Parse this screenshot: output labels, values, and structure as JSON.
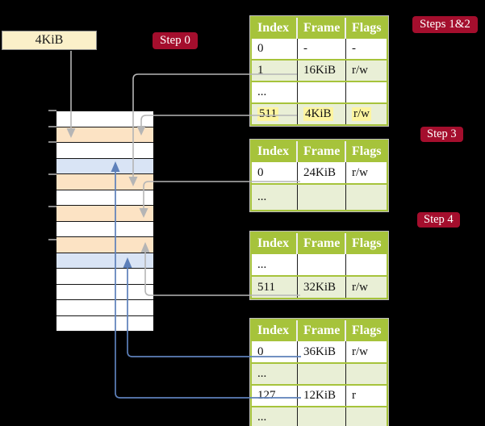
{
  "colors": {
    "background": "#000000",
    "badge_red": "#a40e2d",
    "table_header_green": "#a6c33b",
    "table_row_green": "#e9efd6",
    "memory_pagetable_peach": "#fce3c4",
    "memory_datapage_blue": "#d9e4f5",
    "highlight_yellow": "#fdf5a0",
    "frame_box_cream": "#fbf0c9",
    "arrow_gray": "#b5b5b5",
    "arrow_blue": "#5d80ba"
  },
  "frame_box": {
    "label": "4KiB"
  },
  "badges": {
    "step0": "Step 0",
    "steps12": "Steps 1&2",
    "step3": "Step 3",
    "step4": "Step 4"
  },
  "memory": {
    "rows": [
      "free",
      "table",
      "free",
      "data",
      "table",
      "free",
      "table",
      "free",
      "table",
      "data",
      "free",
      "free",
      "free",
      "free"
    ]
  },
  "tables": [
    {
      "name": "page-table-steps-1-2",
      "headers": [
        "Index",
        "Frame",
        "Flags"
      ],
      "rows": [
        {
          "cells": [
            "0",
            "-",
            "-"
          ]
        },
        {
          "cells": [
            "1",
            "16KiB",
            "r/w"
          ]
        },
        {
          "cells": [
            "...",
            "",
            ""
          ]
        },
        {
          "cells": [
            "511",
            "4KiB",
            "r/w"
          ]
        }
      ]
    },
    {
      "name": "page-table-step-3",
      "headers": [
        "Index",
        "Frame",
        "Flags"
      ],
      "rows": [
        {
          "cells": [
            "0",
            "24KiB",
            "r/w"
          ]
        },
        {
          "cells": [
            "...",
            "",
            ""
          ]
        }
      ]
    },
    {
      "name": "page-table-step-4",
      "headers": [
        "Index",
        "Frame",
        "Flags"
      ],
      "rows": [
        {
          "cells": [
            "...",
            "",
            ""
          ]
        },
        {
          "cells": [
            "511",
            "32KiB",
            "r/w"
          ]
        }
      ]
    },
    {
      "name": "page-table-final",
      "headers": [
        "Index",
        "Frame",
        "Flags"
      ],
      "rows": [
        {
          "cells": [
            "0",
            "36KiB",
            "r/w"
          ]
        },
        {
          "cells": [
            "...",
            "",
            ""
          ]
        },
        {
          "cells": [
            "127",
            "12KiB",
            "r"
          ]
        },
        {
          "cells": [
            "...",
            "",
            ""
          ]
        }
      ]
    }
  ]
}
